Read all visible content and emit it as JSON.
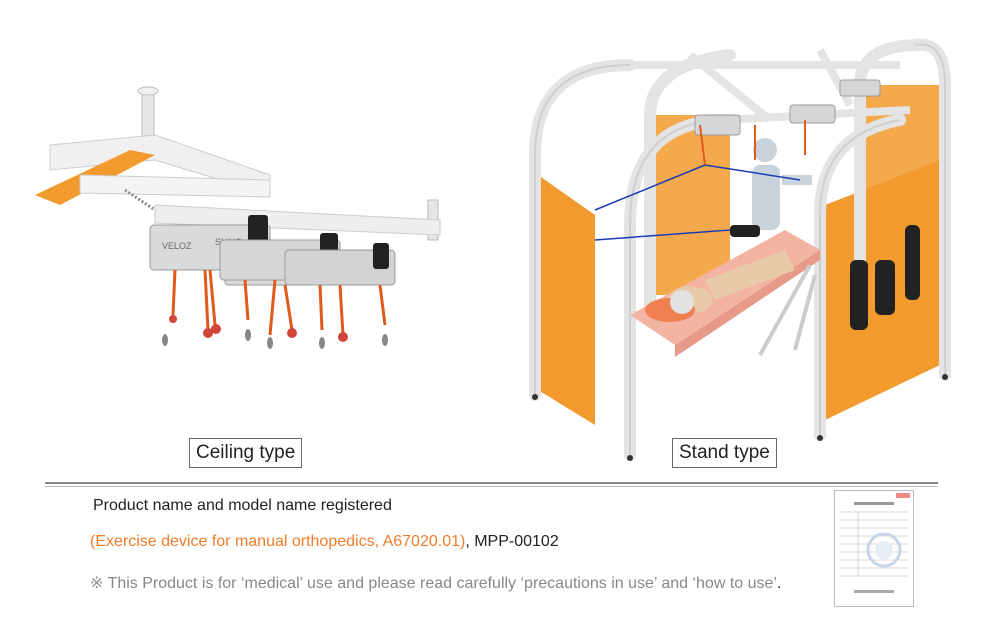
{
  "captions": {
    "ceiling": "Ceiling type",
    "stand": "Stand type"
  },
  "device_text": {
    "brand_left": "VELOZ",
    "brand_right": "SLING"
  },
  "registration": {
    "title": "Product name and model name registered",
    "name": "(Exercise device for manual orthopedics, A67020.01)",
    "model": ", MPP-00102"
  },
  "notice": {
    "text": "※ This Product is for ‘medical’ use and please read carefully ‘precautions in use’ and ‘how to use’",
    "end": "."
  },
  "colors": {
    "accent": "#f07c2a",
    "frame": "#e8e8e8",
    "mesh": "#f39a2e",
    "sling": "#e05a1a"
  }
}
